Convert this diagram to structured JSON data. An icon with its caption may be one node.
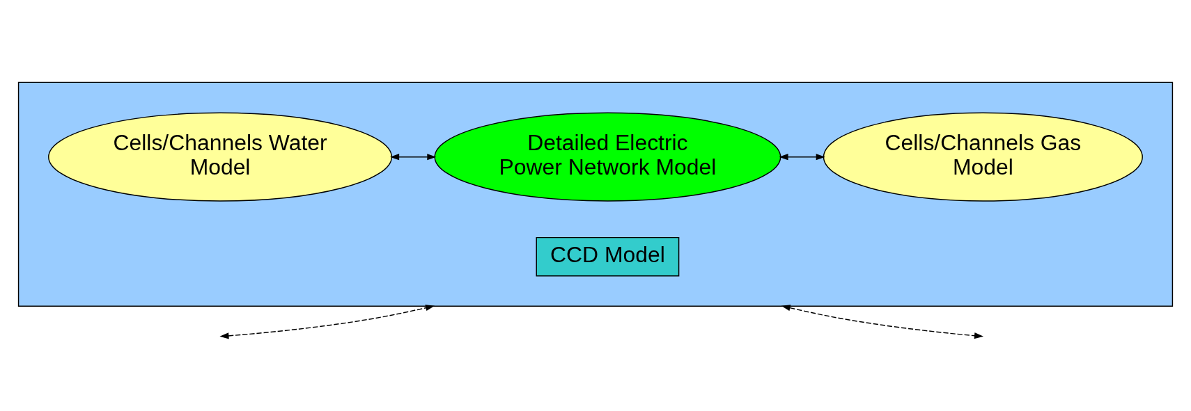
{
  "diagram": {
    "nodes": [
      {
        "text": [],
        "shape": "box"
      },
      {
        "text": [
          "CCD Model"
        ],
        "in": 0
      },
      {
        "text": [
          "Cells/Channels Water Model"
        ],
        "in": 0
      },
      {
        "text": [
          "Cells/Channels Gas Model"
        ],
        "in": 0
      },
      {
        "text": [
          "Detailed Electric Power Network Model"
        ],
        "in": 0
      }
    ],
    "edges": [
      {
        "from": 4,
        "to": 2,
        "arrow": "both"
      },
      {
        "from": 4,
        "to": 3,
        "arrow": "both"
      },
      {
        "from": null,
        "to": 0,
        "arrow": "both",
        "style": "dashed"
      },
      {
        "from": 0,
        "to": null,
        "arrow": "both",
        "style": "dashed"
      }
    ]
  }
}
